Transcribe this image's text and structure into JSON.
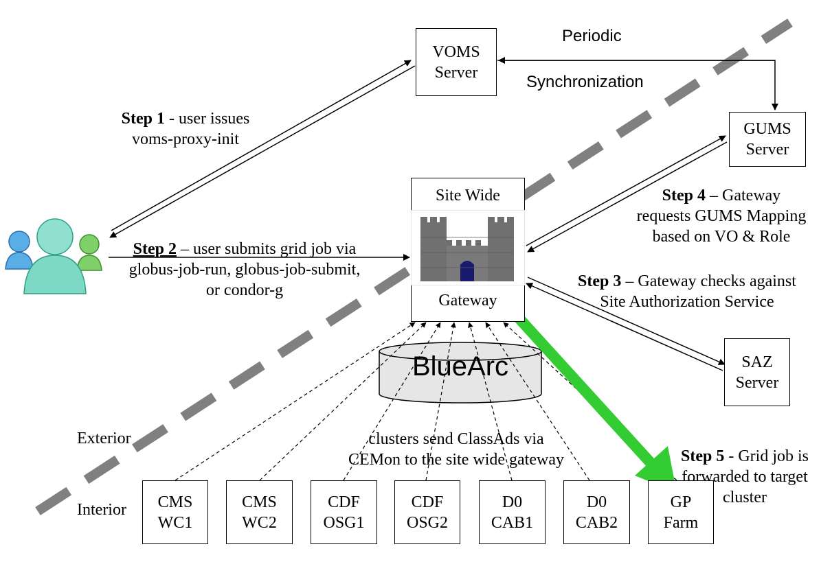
{
  "voms": {
    "line1": "VOMS",
    "line2": "Server"
  },
  "gums": {
    "line1": "GUMS",
    "line2": "Server"
  },
  "saz": {
    "line1": "SAZ",
    "line2": "Server"
  },
  "gateway": {
    "top": "Site Wide",
    "bottom": "Gateway"
  },
  "storage": {
    "label": "BlueArc"
  },
  "sync": {
    "line1": "Periodic",
    "line2": "Synchronization"
  },
  "step1": {
    "bold": "Step 1",
    "rest": " - user issues",
    "line2": "voms-proxy-init"
  },
  "step2": {
    "bold": "Step 2",
    "rest": " – user submits grid job via",
    "line2": "globus-job-run, globus-job-submit,",
    "line3": "or condor-g"
  },
  "step3": {
    "bold": "Step 3",
    "rest": " – Gateway checks against",
    "line2": "Site Authorization Service"
  },
  "step4": {
    "bold": "Step 4",
    "rest": " – Gateway",
    "line2": "requests GUMS Mapping",
    "line3": "based on VO & Role"
  },
  "step5": {
    "bold": "Step 5",
    "rest": " - Grid job is",
    "line2": "forwarded to target",
    "line3": "cluster"
  },
  "classads": {
    "line1": "clusters send ClassAds via",
    "line2": "CEMon to the site wide gateway"
  },
  "zones": {
    "exterior": "Exterior",
    "interior": "Interior"
  },
  "clusters": [
    {
      "line1": "CMS",
      "line2": "WC1"
    },
    {
      "line1": "CMS",
      "line2": "WC2"
    },
    {
      "line1": "CDF",
      "line2": "OSG1"
    },
    {
      "line1": "CDF",
      "line2": "OSG2"
    },
    {
      "line1": "D0",
      "line2": "CAB1"
    },
    {
      "line1": "D0",
      "line2": "CAB2"
    },
    {
      "line1": "GP",
      "line2": "Farm"
    }
  ],
  "colors": {
    "boundary": "#808080",
    "forward_arrow": "#33cc33",
    "castle": "#707070",
    "user_icon": "#2e9fd8"
  },
  "icons": {
    "user": "users-group-icon",
    "gateway": "castle-icon"
  }
}
